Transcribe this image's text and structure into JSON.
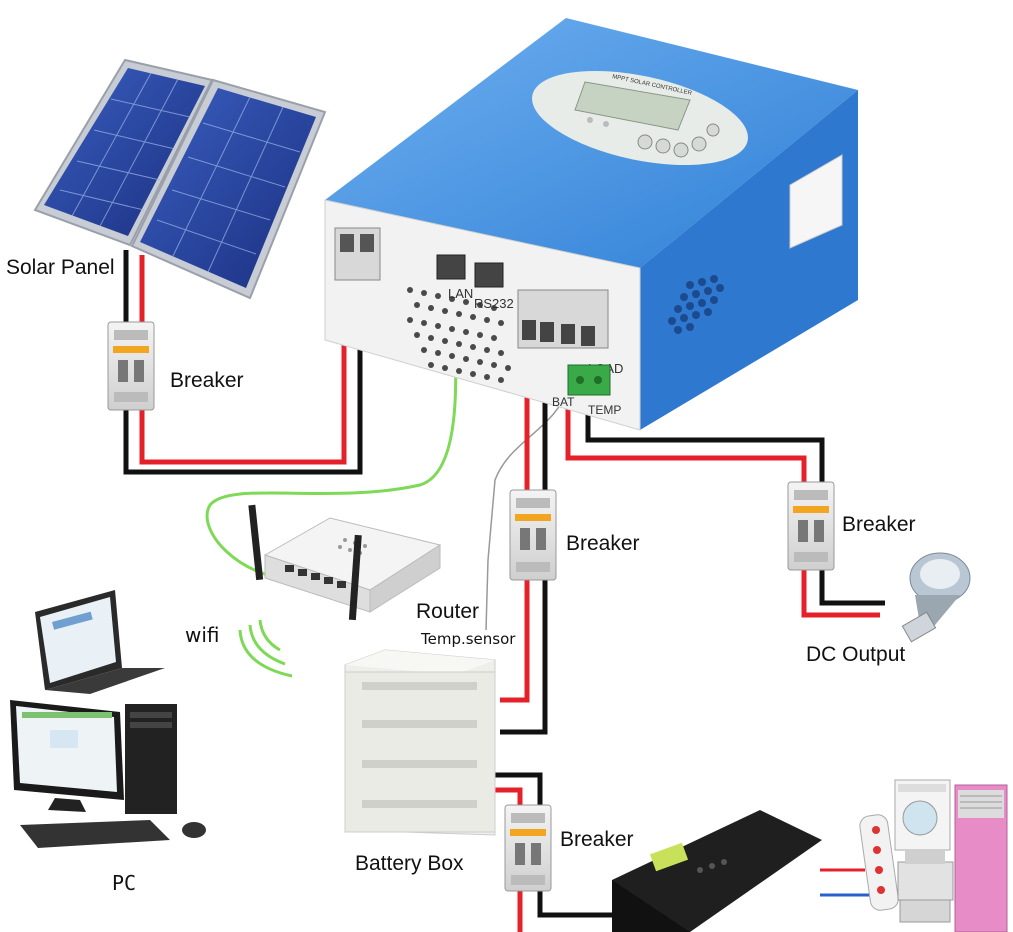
{
  "labels": {
    "solar_panel": "Solar Panel",
    "breaker_pv": "Breaker",
    "breaker_battery": "Breaker",
    "breaker_load": "Breaker",
    "breaker_inverter": "Breaker",
    "router": "Router",
    "temp_sensor": "Temp.sensor",
    "wifi": "wifi",
    "dc_output": "DC Output",
    "battery_box": "Battery Box",
    "pc": "PC"
  },
  "controller": {
    "title": "MPPT SOLAR CONTROLLER",
    "port_lan": "LAN",
    "port_rs232": "RS232",
    "terminal_load": "LOAD",
    "terminal_bat": "BAT",
    "terminal_temp": "TEMP"
  },
  "colors": {
    "controller_blue": "#3f8fe0",
    "wire_positive": "#e4202a",
    "wire_negative": "#111111",
    "wire_network": "#7ed957",
    "breaker_body": "#f2f2f2",
    "breaker_tag": "#f2a51f",
    "solar_cell": "#1f3f9a"
  }
}
